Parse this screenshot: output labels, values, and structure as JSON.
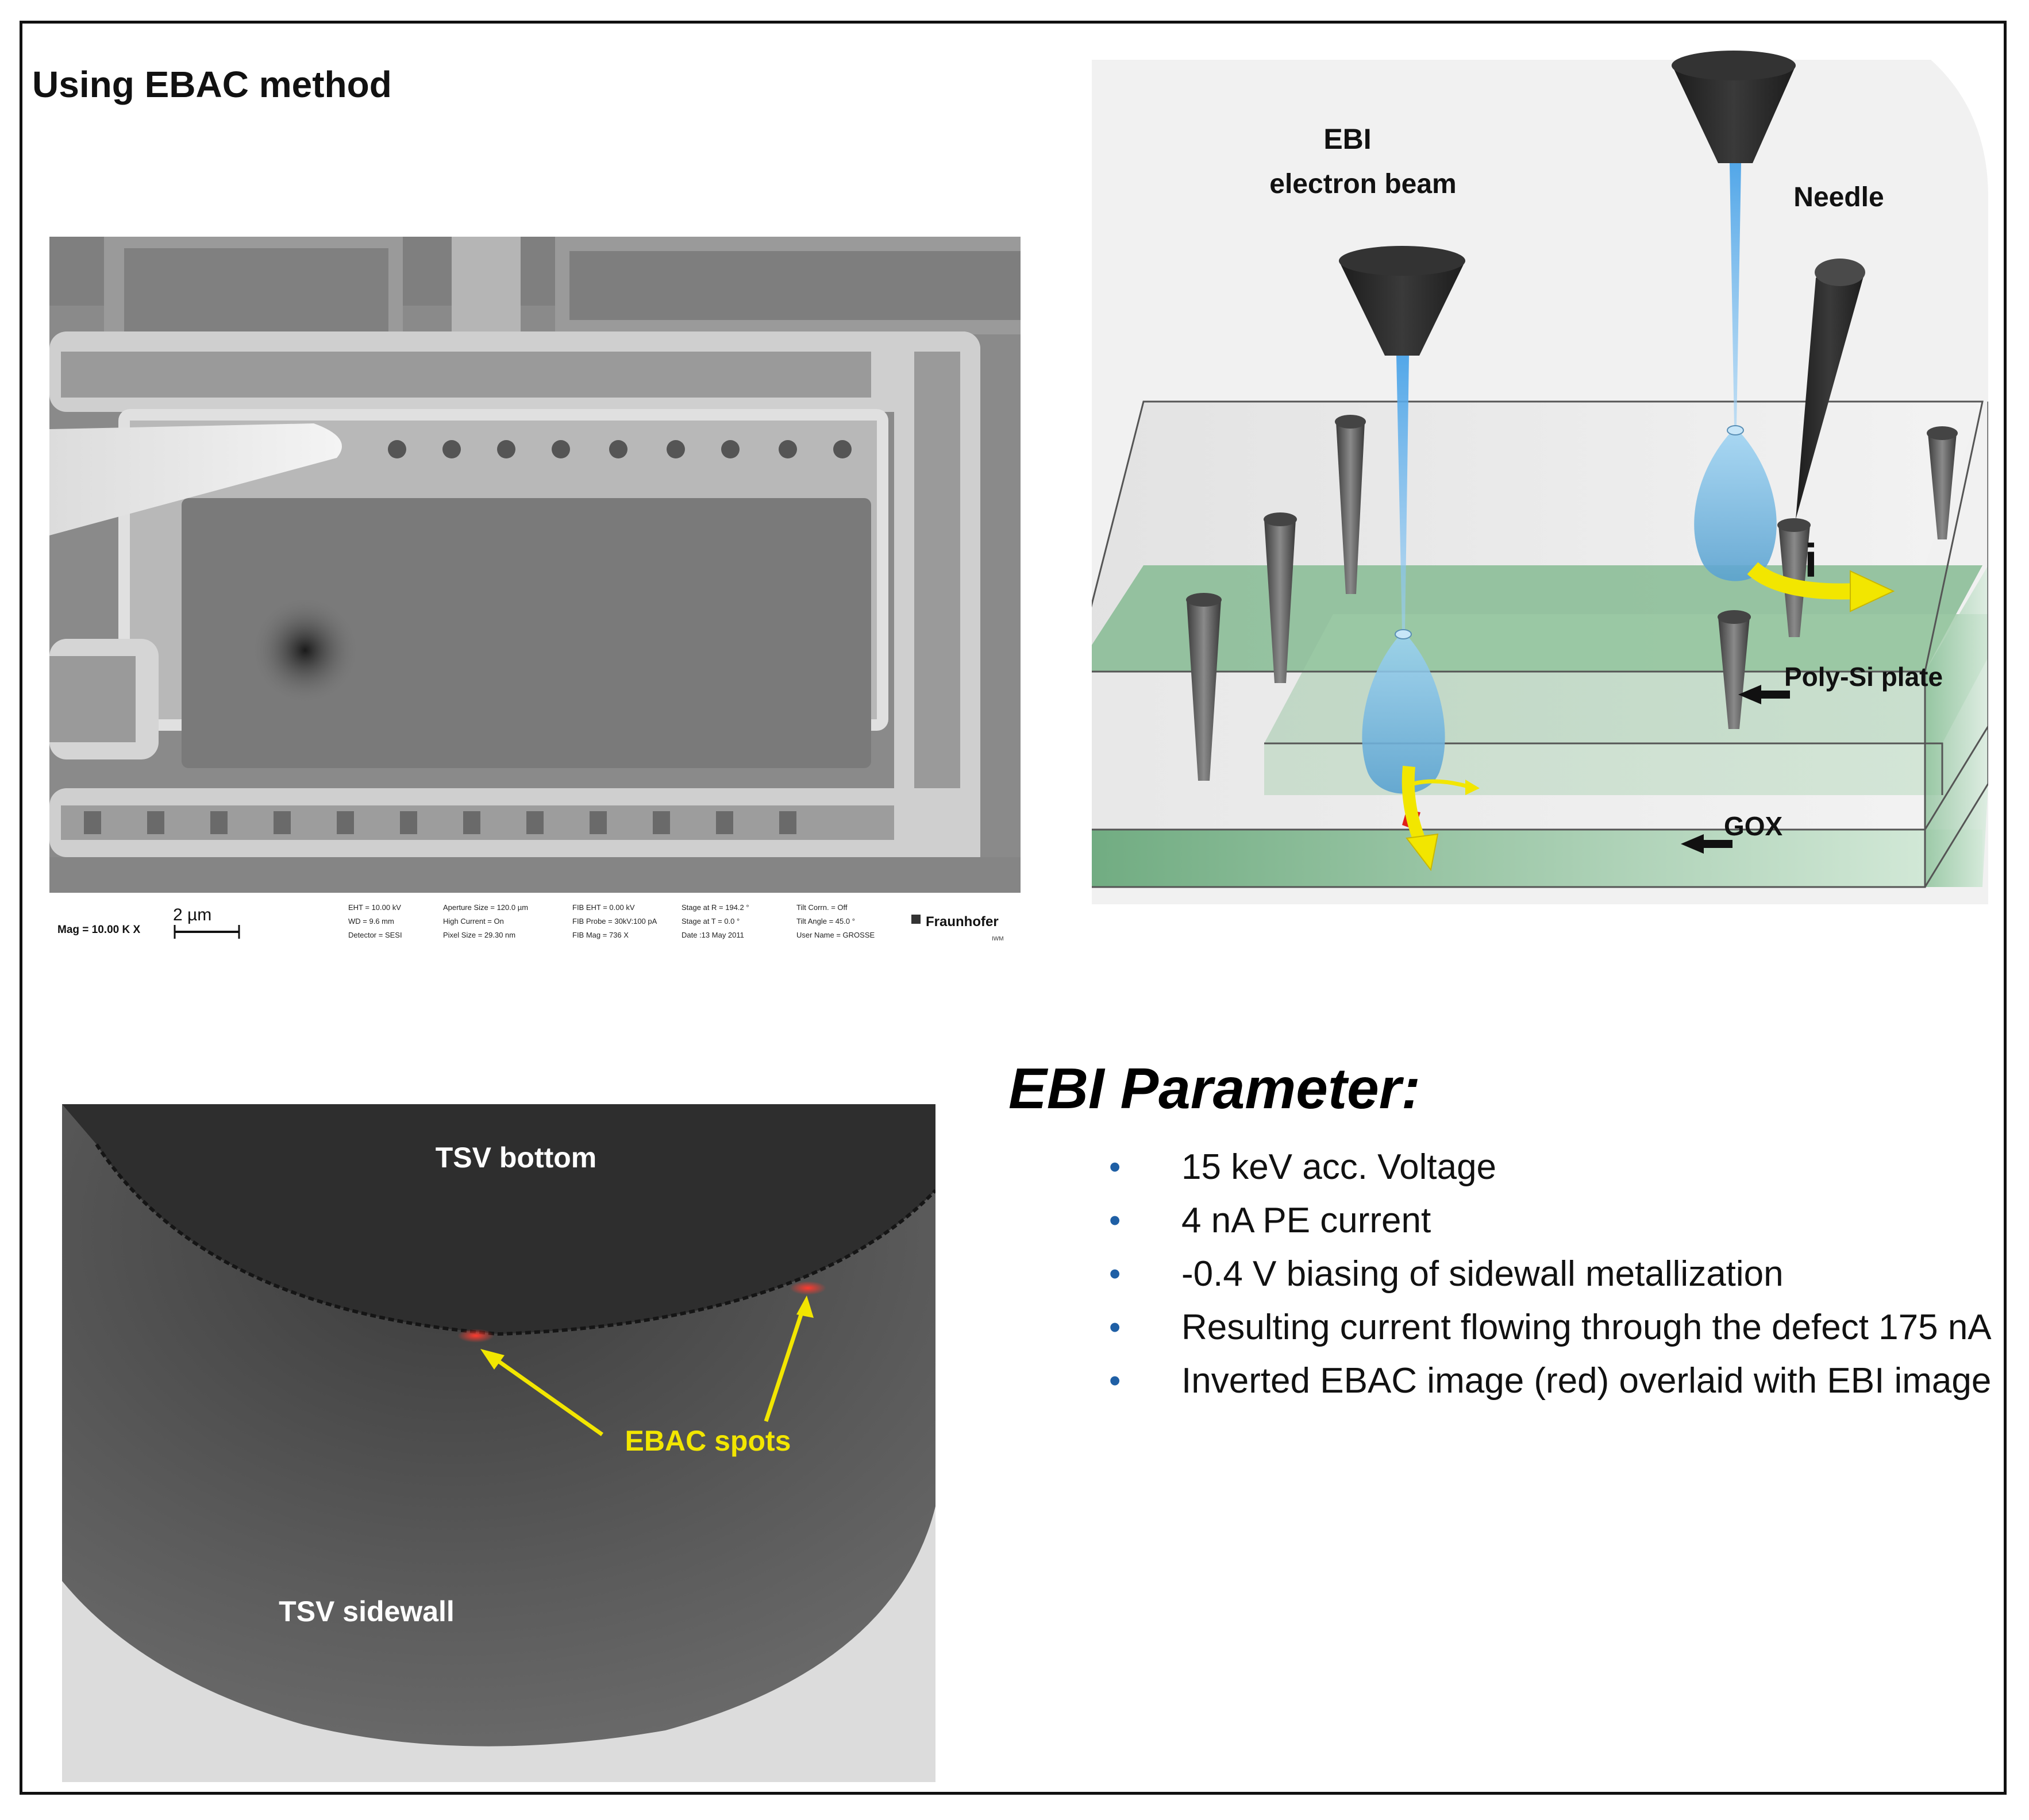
{
  "title": "Using EBAC method",
  "sem_image": {
    "mag": "Mag = 10.00 K X",
    "scale": "2 µm",
    "meta_col1": [
      "EHT = 10.00 kV",
      "WD = 9.6 mm",
      "Detector = SESI"
    ],
    "meta_col2": [
      "Aperture Size = 120.0 µm",
      "High Current = On",
      "Pixel Size = 29.30 nm"
    ],
    "meta_col3": [
      "FIB EHT = 0.00 kV",
      "FIB Probe = 30kV:100 pA",
      "FIB Mag = 736 X"
    ],
    "meta_col4": [
      "Stage at R = 194.2 °",
      "Stage at T = 0.0 °",
      "Date :13 May 2011"
    ],
    "meta_col5": [
      "Tilt Corrn. = Off",
      "Tilt Angle = 45.0 °",
      "User Name = GROSSE"
    ],
    "logo": "Fraunhofer",
    "logo_sub": "IWM"
  },
  "schematic": {
    "ebi_label": "EBI",
    "electron_beam_label": "electron beam",
    "needle_label": "Needle",
    "current_label": "i",
    "poly_si_label": "Poly-Si plate",
    "gox_label": "GOX"
  },
  "ebi_image": {
    "tsv_bottom": "TSV bottom",
    "tsv_sidewall": "TSV sidewall",
    "ebac_spots": "EBAC spots"
  },
  "parameters": {
    "heading": "EBI Parameter:",
    "items": [
      "15 keV acc. Voltage",
      "4 nA PE current",
      "-0.4 V biasing of  sidewall metallization",
      "Resulting current  flowing through the  defect 175 nA",
      "Inverted EBAC image  (red) overlaid with  EBI image"
    ]
  },
  "colors": {
    "beam": "#4aa3e8",
    "current_arrow": "#f2e600",
    "defect": "#e0201a",
    "gox_green": "#7cb58c",
    "bullet": "#1f5fa5",
    "label_yellow": "#f2e600"
  }
}
